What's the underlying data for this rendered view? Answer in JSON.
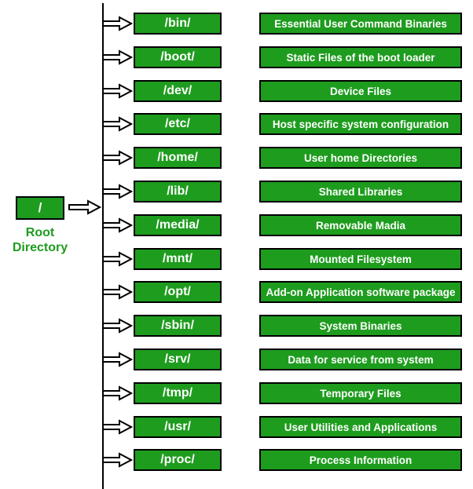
{
  "root": {
    "label": "/",
    "caption": "Root Directory"
  },
  "rows": [
    {
      "dir": "/bin/",
      "desc": "Essential User Command Binaries"
    },
    {
      "dir": "/boot/",
      "desc": "Static Files of the boot loader"
    },
    {
      "dir": "/dev/",
      "desc": "Device Files"
    },
    {
      "dir": "/etc/",
      "desc": "Host specific system configuration"
    },
    {
      "dir": "/home/",
      "desc": "User home Directories"
    },
    {
      "dir": "/lib/",
      "desc": "Shared Libraries"
    },
    {
      "dir": "/media/",
      "desc": "Removable Madia"
    },
    {
      "dir": "/mnt/",
      "desc": "Mounted Filesystem"
    },
    {
      "dir": "/opt/",
      "desc": "Add-on Application software package"
    },
    {
      "dir": "/sbin/",
      "desc": "System Binaries"
    },
    {
      "dir": "/srv/",
      "desc": "Data for service from system"
    },
    {
      "dir": "/tmp/",
      "desc": "Temporary Files"
    },
    {
      "dir": "/usr/",
      "desc": "User Utilities and Applications"
    },
    {
      "dir": "/proc/",
      "desc": "Process Information"
    }
  ],
  "colors": {
    "box_fill": "#1e9c1e",
    "box_border": "#000000",
    "box_text": "#ffffff",
    "caption_text": "#1e9c1e",
    "line": "#000000",
    "background": "#ffffff"
  }
}
